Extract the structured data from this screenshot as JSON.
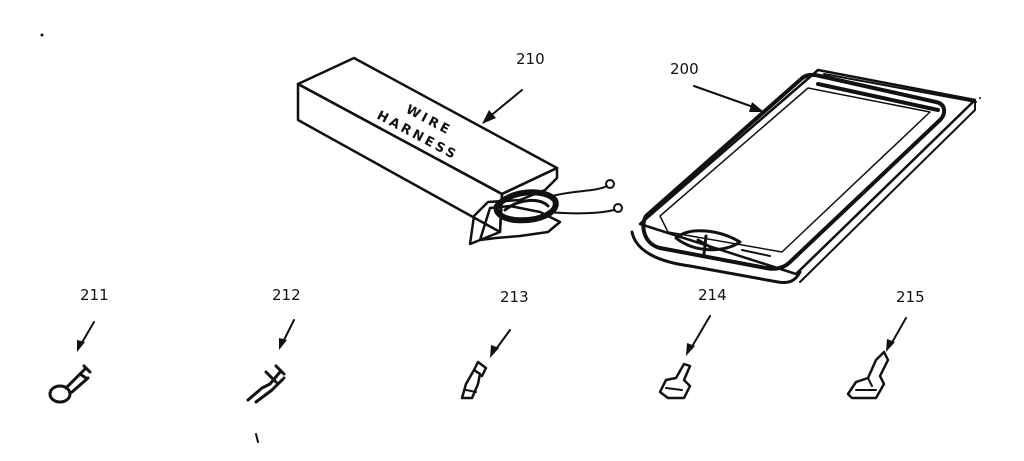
{
  "labels": {
    "harness_box": "210",
    "tray": "200",
    "terminal_1": "211",
    "terminal_2": "212",
    "terminal_3": "213",
    "terminal_4": "214",
    "terminal_5": "215"
  },
  "box_text": {
    "line1": "WIRE",
    "line2": "HARNESS"
  },
  "colors": {
    "ink": "#111111",
    "background": "#ffffff"
  }
}
